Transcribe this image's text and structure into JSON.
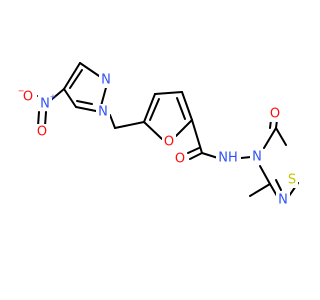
{
  "atoms": {
    "o_minus": {
      "text": "O",
      "charge": "−",
      "color": "#ff0d0d"
    },
    "n_nitro": {
      "text": "N",
      "charge": "+",
      "color": "#3050f8"
    },
    "o_nitro_lower": {
      "text": "O",
      "color": "#ff0d0d"
    },
    "n_pyrazole_1": {
      "text": "N",
      "color": "#3050f8"
    },
    "n_pyrazole_2": {
      "text": "N",
      "color": "#3050f8"
    },
    "o_furan": {
      "text": "O",
      "color": "#ff0d0d"
    },
    "o_amide": {
      "text": "O",
      "color": "#ff0d0d"
    },
    "nh": {
      "text": "NH",
      "color": "#3050f8"
    },
    "n_pyrimidine_3": {
      "text": "N",
      "color": "#3050f8"
    },
    "o_ketone": {
      "text": "O",
      "color": "#ff0d0d"
    },
    "n_pyrimidine_1": {
      "text": "N",
      "color": "#3050f8"
    },
    "s_thiophene": {
      "text": "S",
      "color": "#c6c600"
    }
  }
}
